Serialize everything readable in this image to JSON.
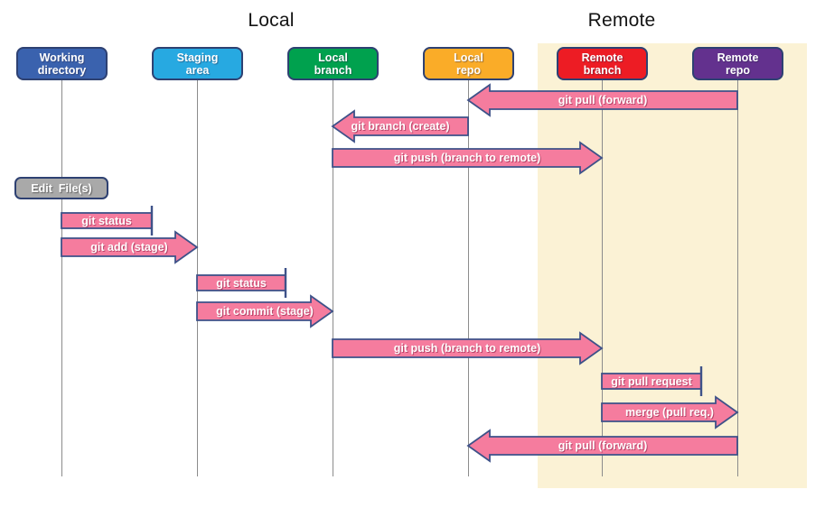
{
  "titles": {
    "local": "Local",
    "remote": "Remote"
  },
  "actors": [
    {
      "id": "working-directory",
      "line1": "Working",
      "line2": "directory",
      "color": "#3A62AE"
    },
    {
      "id": "staging-area",
      "line1": "Staging",
      "line2": "area",
      "color": "#27A9E1"
    },
    {
      "id": "local-branch",
      "line1": "Local",
      "line2": "branch",
      "color": "#00A14E"
    },
    {
      "id": "local-repo",
      "line1": "Local",
      "line2": "repo",
      "color": "#FAAC28"
    },
    {
      "id": "remote-branch",
      "line1": "Remote",
      "line2": "branch",
      "color": "#ED1C24"
    },
    {
      "id": "remote-repo",
      "line1": "Remote",
      "line2": "repo",
      "color": "#63318E"
    }
  ],
  "note": {
    "label": "Edit  File(s)"
  },
  "messages": [
    {
      "label": "git pull (forward)",
      "from": "Remote repo",
      "to": "Local repo",
      "direction": "left"
    },
    {
      "label": "git branch (create)",
      "from": "Local repo",
      "to": "Local branch",
      "direction": "left"
    },
    {
      "label": "git push (branch to remote)",
      "from": "Local branch",
      "to": "Remote branch",
      "direction": "right"
    },
    {
      "label": "git status",
      "from": "Working directory",
      "to": "Working directory",
      "direction": "self"
    },
    {
      "label": "git add (stage)",
      "from": "Working directory",
      "to": "Staging area",
      "direction": "right"
    },
    {
      "label": "git status",
      "from": "Staging area",
      "to": "Staging area",
      "direction": "self"
    },
    {
      "label": "git commit (stage)",
      "from": "Staging area",
      "to": "Local branch",
      "direction": "right"
    },
    {
      "label": "git push (branch to remote)",
      "from": "Local branch",
      "to": "Remote branch",
      "direction": "right"
    },
    {
      "label": "git pull request",
      "from": "Remote branch",
      "to": "Remote branch",
      "direction": "self"
    },
    {
      "label": "merge (pull req.)",
      "from": "Remote branch",
      "to": "Remote repo",
      "direction": "right"
    },
    {
      "label": "git pull (forward)",
      "from": "Remote repo",
      "to": "Local repo",
      "direction": "left"
    }
  ],
  "colors": {
    "message_fill": "#F57C9E",
    "message_stroke": "#3E5289",
    "box_stroke": "#2E4172",
    "remote_panel_bg": "#FBF2D5",
    "lifeline": "#8C8C8C",
    "note_fill": "#A9A9A9"
  }
}
